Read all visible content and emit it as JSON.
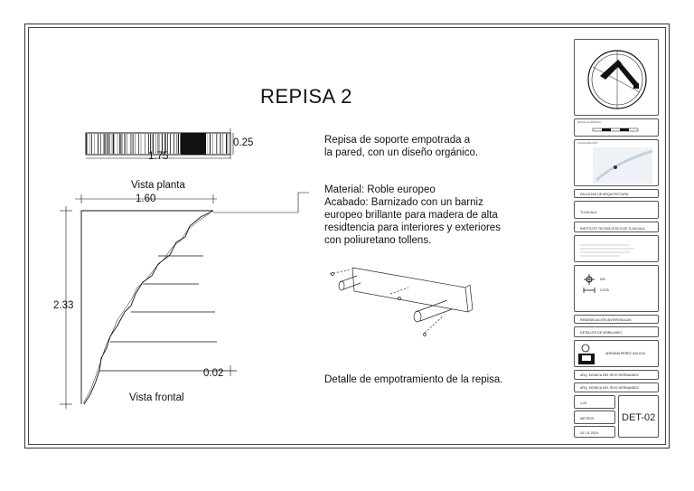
{
  "title": "REPISA 2",
  "dimensions": {
    "plan_width": "1.75",
    "plan_depth": "0.25",
    "front_width": "1.60",
    "height": "2.33",
    "thickness": "0.02"
  },
  "views": {
    "plan": "Vista planta",
    "front": "Vista frontal"
  },
  "description": "Repisa de soporte empotrada a\nla pared, con un diseño orgánico.",
  "material": "Material: Roble europeo\nAcabado: Barnizado con un barniz\neuropeo brillante para madera de alta\nresidtencia para interiores y exteriores\ncon poliuretano tollens.",
  "detail_caption": "Detalle de empotramiento de la repisa.",
  "title_block": {
    "scale_caption": "ESCALA GRÁFICA",
    "location_caption": "LOCALIZACIÓN",
    "faculty": "FACULTAD DE ARQUITECTURA",
    "city": "TLAXCALA",
    "institute": "INSTITUTO TECNOLÓGICO DE TLAXCALA",
    "legend_1": "NIV",
    "legend_2": "COTA",
    "project": "REMODELACIÓN ANTEROSALAS",
    "plan_name": "DETALLES DE MOBILIARIO",
    "student": "ADRIANA PEREZ GALICIA",
    "reviewer_1": "ARQ. MONICA DEL RIVO HERNANDEZ",
    "reviewer_2": "ARQ. MONICA DEL RIVO HERNANDEZ",
    "scale": "1:20",
    "units": "METROS",
    "date": "24 / 11 2024",
    "sheet_code": "DET-02"
  }
}
